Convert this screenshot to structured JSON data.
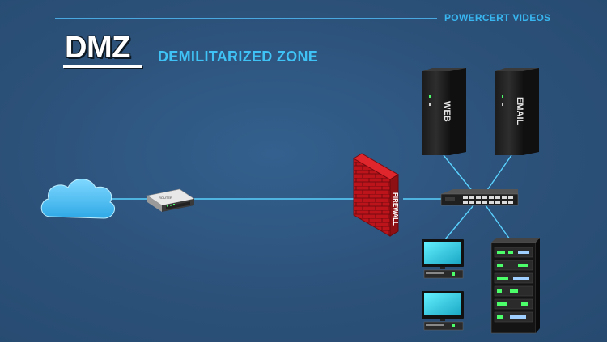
{
  "header": {
    "brand": "POWERCERT VIDEOS",
    "title": "DMZ",
    "subtitle": "DEMILITARIZED ZONE"
  },
  "devices": {
    "router_label": "ROUTER",
    "firewall_label": "FIREWALL",
    "web_server_label": "WEB",
    "email_server_label": "EMAIL"
  },
  "colors": {
    "background": "#2c5179",
    "accent": "#38b6f0",
    "link": "#5ad2ff",
    "firewall": "#c8161d"
  }
}
